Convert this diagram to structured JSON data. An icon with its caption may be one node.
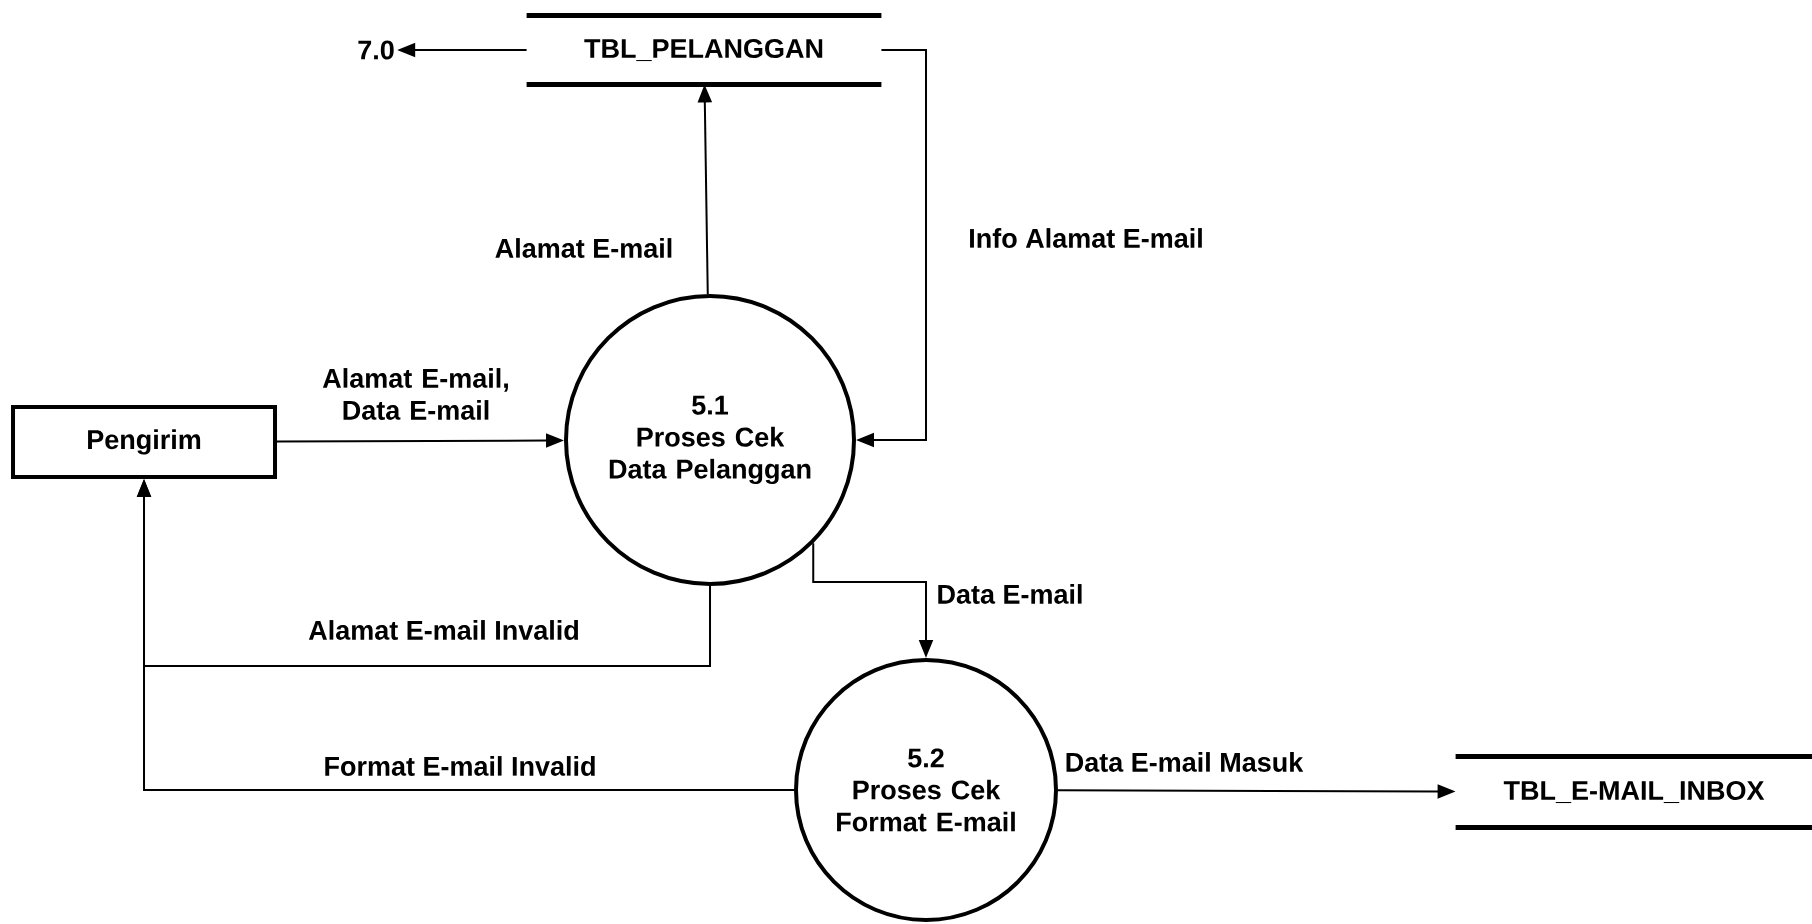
{
  "diagram": {
    "nodes": [
      {
        "text": [
          "TBL_PELANGGAN"
        ]
      },
      {
        "text": [
          "7.0"
        ]
      },
      {
        "text": [
          "Pengirim"
        ]
      },
      {
        "text": [
          "5.1",
          "Proses Cek Data Pelanggan"
        ]
      },
      {
        "text": [
          "5.2",
          "Proses Cek Format E-mail"
        ]
      },
      {
        "text": [
          "TBL_E-MAIL_INBOX"
        ]
      }
    ],
    "edges": [
      {
        "from": 0,
        "to": 1,
        "arrow": "to"
      },
      {
        "from": 3,
        "to": 0,
        "arrow": "to",
        "label": "Alamat E-mail"
      },
      {
        "from": 0,
        "to": 3,
        "arrow": "to",
        "label": "Info Alamat E-mail"
      },
      {
        "from": 2,
        "to": 3,
        "arrow": "to",
        "label": "Alamat E-mail, Data E-mail"
      },
      {
        "from": 3,
        "to": 2,
        "arrow": "to",
        "label": "Alamat E-mail Invalid"
      },
      {
        "from": 4,
        "to": 2,
        "arrow": "to",
        "label": "Format E-mail Invalid"
      },
      {
        "from": 3,
        "to": 4,
        "arrow": "to",
        "label": "Data E-mail"
      },
      {
        "from": 4,
        "to": 5,
        "arrow": "to",
        "label": "Data E-mail Masuk"
      }
    ]
  }
}
